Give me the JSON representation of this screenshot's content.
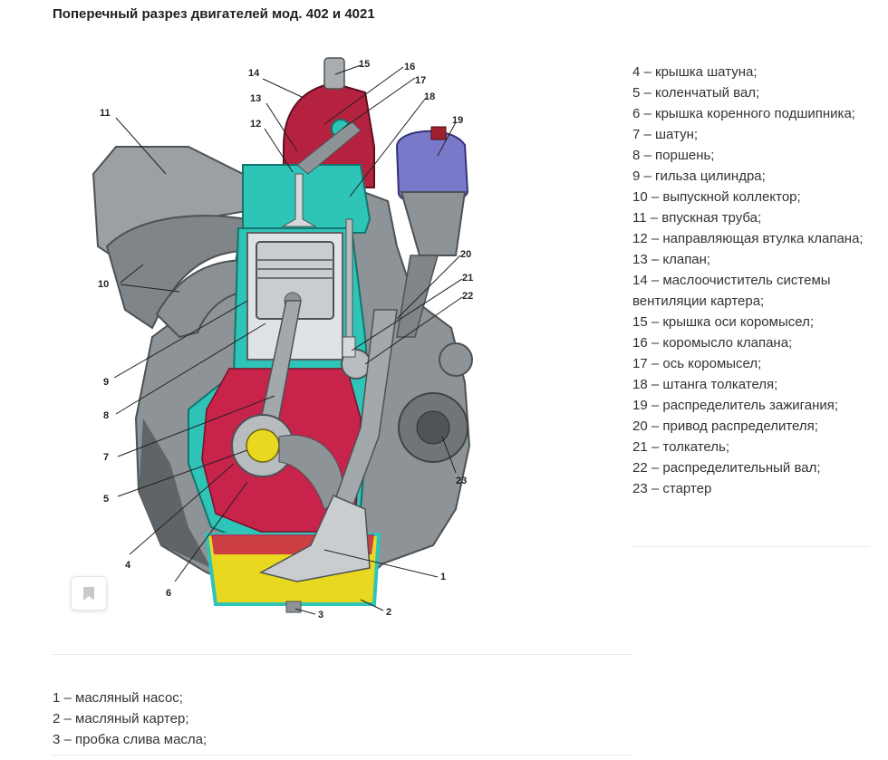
{
  "title": "Поперечный разрез двигателей мод. 402 и 4021",
  "figure": {
    "callouts": [
      "1",
      "2",
      "3",
      "4",
      "5",
      "6",
      "7",
      "8",
      "9",
      "10",
      "11",
      "12",
      "13",
      "14",
      "15",
      "16",
      "17",
      "18",
      "19",
      "20",
      "21",
      "22",
      "23"
    ],
    "colors": {
      "block": "#8d9396",
      "block_dark": "#5e6467",
      "jacket": "#2fc4b8",
      "oil": "#e8d820",
      "crankcase": "#c8234a",
      "piston": "#c9cdd0",
      "distributor": "#7a78c8"
    }
  },
  "bookmark_icon": "bookmark-icon",
  "legend_right": [
    "4 – крышка шатуна;",
    "5 – коленчатый вал;",
    "6 – крышка коренного подшипника;",
    "7 – шатун;",
    "8 – поршень;",
    "9 – гильза цилиндра;",
    "10 – выпускной коллектор;",
    "11 – впускная труба;",
    "12 – направляющая втулка клапана;",
    "13 – клапан;",
    "14 – маслоочиститель системы вентиляции картера;",
    "15 – крышка оси коромысел;",
    "16 – коромысло клапана;",
    "17 – ось коромысел;",
    "18 – штанга толкателя;",
    "19 – распределитель зажигания;",
    "20 – привод распределителя;",
    "21 – толкатель;",
    "22 – распределительный вал;",
    "23 – стартер"
  ],
  "legend_bottom": [
    "1 – масляный насос;",
    "2 – масляный картер;",
    "3 – пробка слива масла;"
  ]
}
